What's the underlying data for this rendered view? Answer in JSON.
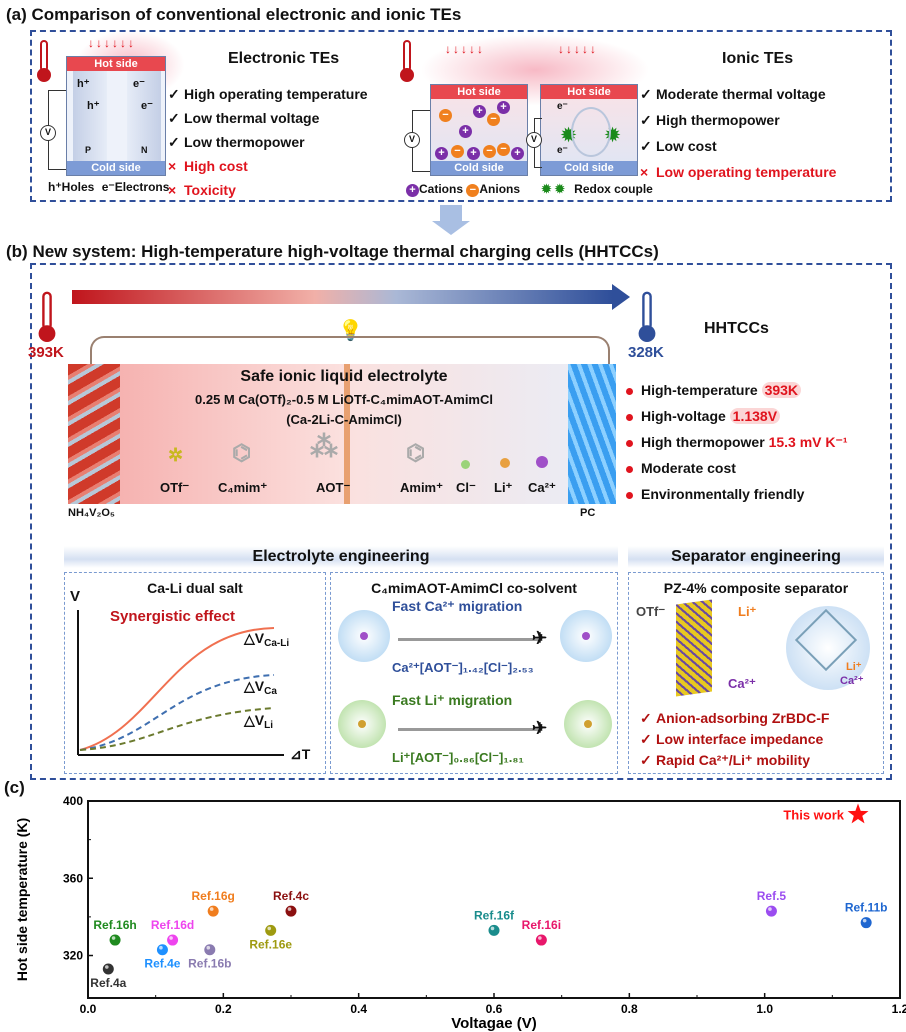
{
  "panel_a": {
    "label": "(a)",
    "title": "Comparison of conventional electronic and ionic TEs",
    "electronic": {
      "title": "Electronic TEs",
      "hot_side": "Hot side",
      "cold_side": "Cold side",
      "carrier_h": "h⁺",
      "carrier_e": "e⁻",
      "leg_p": "P",
      "leg_n": "N",
      "voltmeter": "V",
      "points": [
        {
          "mark": "✓",
          "text": "High operating temperature",
          "color": "#111111"
        },
        {
          "mark": "✓",
          "text": "Low thermal voltage",
          "color": "#111111"
        },
        {
          "mark": "✓",
          "text": "Low thermopower",
          "color": "#111111"
        },
        {
          "mark": "×",
          "text": "High cost",
          "color": "#e0141e"
        },
        {
          "mark": "×",
          "text": "Toxicity",
          "color": "#e0141e"
        }
      ],
      "legend_holes_sym": "h⁺",
      "legend_holes": "Holes",
      "legend_electrons_sym": "e⁻",
      "legend_electrons": "Electrons"
    },
    "ionic": {
      "title": "Ionic TEs",
      "hot_side": "Hot side",
      "cold_side": "Cold side",
      "voltmeter": "V",
      "electron": "e⁻",
      "points": [
        {
          "mark": "✓",
          "text": "Moderate thermal voltage",
          "color": "#111111"
        },
        {
          "mark": "✓",
          "text": "High thermopower",
          "color": "#111111"
        },
        {
          "mark": "✓",
          "text": "Low cost",
          "color": "#111111"
        },
        {
          "mark": "×",
          "text": "Low operating temperature",
          "color": "#e0141e"
        }
      ],
      "legend_cations": "Cations",
      "legend_anions": "Anions",
      "legend_redox": "Redox couple"
    }
  },
  "panel_b": {
    "label": "(b)",
    "title": "New system: High-temperature high-voltage thermal charging cells (HHTCCs)",
    "hot_temp": "393K",
    "cold_temp": "328K",
    "system_name": "HHTCCs",
    "electrolyte_title": "Safe ionic liquid electrolyte",
    "electrolyte_formula": "0.25 M Ca(OTf)₂-0.5 M LiOTf-C₄mimAOT-AmimCl",
    "electrolyte_abbr": "(Ca-2Li-C-AmimCl)",
    "cathode": "NH₄V₂O₅",
    "anode": "PC",
    "molecules": [
      "OTf⁻",
      "C₄mim⁺",
      "AOT⁻",
      "Amim⁺",
      "Cl⁻",
      "Li⁺",
      "Ca²⁺"
    ],
    "features": [
      {
        "text": "High-temperature",
        "value": "393K"
      },
      {
        "text": "High-voltage",
        "value": "1.138V"
      },
      {
        "text": "High thermopower",
        "value": "15.3 mV K⁻¹"
      },
      {
        "text": "Moderate cost",
        "value": ""
      },
      {
        "text": "Environmentally friendly",
        "value": ""
      }
    ],
    "electrolyte_engineering": "Electrolyte engineering",
    "separator_engineering": "Separator engineering",
    "dual_salt": {
      "title": "Ca-Li dual salt",
      "y_axis": "V",
      "x_axis": "⊿T",
      "effect": "Synergistic effect",
      "curves": [
        {
          "label": "△V",
          "sub": "Ca-Li",
          "color": "#e0141e"
        },
        {
          "label": "△V",
          "sub": "Ca",
          "color": "#3f6fb0"
        },
        {
          "label": "△V",
          "sub": "Li",
          "color": "#6b7a2e"
        }
      ]
    },
    "cosolvent": {
      "title": "C₄mimAOT-AmimCl co-solvent",
      "ca_migration": "Fast Ca²⁺ migration",
      "ca_solvation": "Ca²⁺[AOT⁻]₁.₄₂[Cl⁻]₂.₅₃",
      "li_migration": "Fast Li⁺ migration",
      "li_solvation": "Li⁺[AOT⁻]₀.₈₆[Cl⁻]₁.₈₁"
    },
    "separator": {
      "title": "PZ-4% composite separator",
      "otf": "OTf⁻",
      "li": "Li⁺",
      "ca": "Ca²⁺",
      "points": [
        "Anion-adsorbing ZrBDC-F",
        "Low interface impedance",
        "Rapid Ca²⁺/Li⁺ mobility"
      ],
      "mark": "✓"
    }
  },
  "panel_c": {
    "label": "(c)"
  },
  "chart_data": {
    "type": "scatter",
    "title": "",
    "xlabel": "Voltagae (V)",
    "ylabel": "Hot side temperature (K)",
    "xlim": [
      0.0,
      1.2
    ],
    "ylim": [
      298,
      400
    ],
    "xticks": [
      "0.0",
      "0.2",
      "0.4",
      "0.6",
      "0.8",
      "1.0",
      "1.2"
    ],
    "yticks": [
      "320",
      "360",
      "400"
    ],
    "grid": false,
    "points": [
      {
        "label": "Ref.4a",
        "x": 0.03,
        "y": 313,
        "color": "#333333",
        "label_pos": "below"
      },
      {
        "label": "Ref.16h",
        "x": 0.04,
        "y": 328,
        "color": "#1f8a1f",
        "label_pos": "above"
      },
      {
        "label": "Ref.4e",
        "x": 0.11,
        "y": 323,
        "color": "#1e90ff",
        "label_pos": "below"
      },
      {
        "label": "Ref.16d",
        "x": 0.125,
        "y": 328,
        "color": "#ee44ee",
        "label_pos": "above"
      },
      {
        "label": "Ref.16b",
        "x": 0.18,
        "y": 323,
        "color": "#8a7bb0",
        "label_pos": "below"
      },
      {
        "label": "Ref.16g",
        "x": 0.185,
        "y": 343,
        "color": "#f07d1e",
        "label_pos": "above"
      },
      {
        "label": "Ref.16e",
        "x": 0.27,
        "y": 333,
        "color": "#9e9a10",
        "label_pos": "below"
      },
      {
        "label": "Ref.4c",
        "x": 0.3,
        "y": 343,
        "color": "#8b1010",
        "label_pos": "above"
      },
      {
        "label": "Ref.16f",
        "x": 0.6,
        "y": 333,
        "color": "#1a8c8c",
        "label_pos": "above"
      },
      {
        "label": "Ref.16i",
        "x": 0.67,
        "y": 328,
        "color": "#e8176b",
        "label_pos": "above"
      },
      {
        "label": "Ref.5",
        "x": 1.01,
        "y": 343,
        "color": "#9b4df0",
        "label_pos": "above"
      },
      {
        "label": "Ref.11b",
        "x": 1.15,
        "y": 337,
        "color": "#1e66d0",
        "label_pos": "above"
      },
      {
        "label": "This work",
        "x": 1.138,
        "y": 393,
        "color": "#ff1010",
        "label_pos": "left",
        "marker": "star"
      }
    ]
  }
}
